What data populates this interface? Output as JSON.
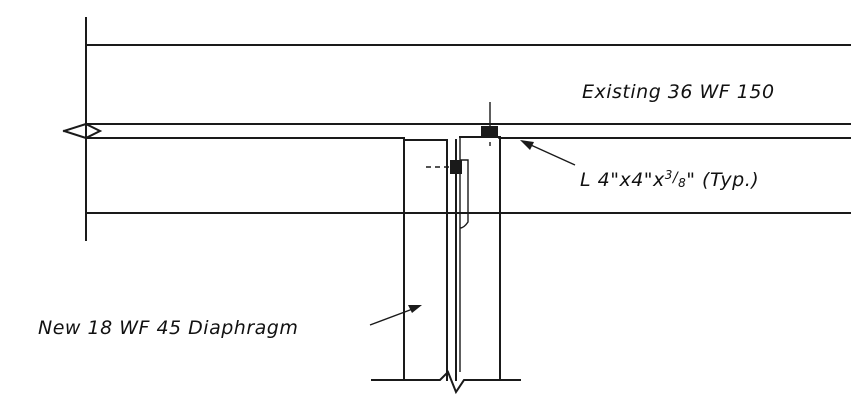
{
  "drawing": {
    "labels": {
      "existing_beam": "Existing 36 WF 150",
      "angle_prefix": "L 4\"x4\"x",
      "angle_fraction_num": "3",
      "angle_fraction_den": "8",
      "angle_suffix": "\" (Typ.)",
      "new_diaphragm": "New 18 WF 45 Diaphragm"
    }
  }
}
